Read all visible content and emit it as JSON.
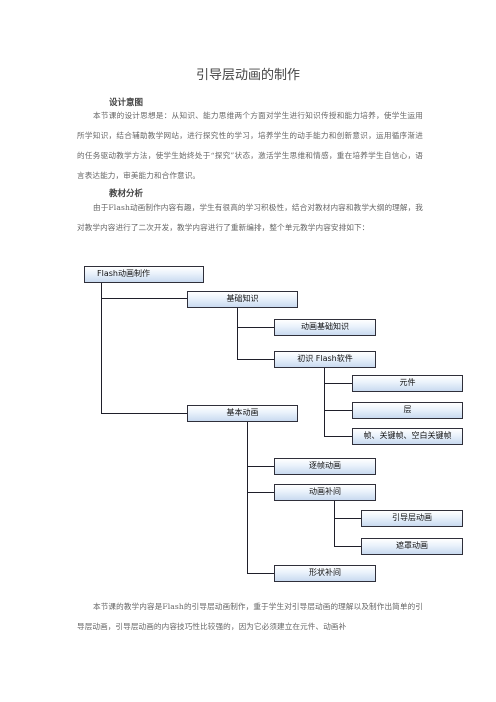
{
  "title": "引导层动画的制作",
  "sections": {
    "design_heading": "设计意图",
    "design_text": "本节课的设计思想是：从知识、能力思维两个方面对学生进行知识传授和能力培养，使学生运用所学知识，结合辅助教学网站，进行探究性的学习，培养学生的动手能力和创新意识，运用循序渐进的任务驱动教学方法，使学生始终处于“探究”状态，激活学生思维和情感，重在培养学生自信心，语言表达能力，审美能力和合作意识。",
    "analysis_heading": "教材分析",
    "analysis_text": "由于Flash动画制作内容有趣，学生有很高的学习积极性，结合对教材内容和教学大纲的理解，我对教学内容进行了二次开发，教学内容进行了重新编排，整个单元教学内容安排如下：",
    "bottom_text": "本节课的教学内容是Flash的引导层动画制作，重于学生对引导层动画的理解以及制作出简单的引导层动画，引导层动画的内容技巧性比较强的，因为它必须建立在元件、动画补"
  },
  "tree": {
    "root": "Flash动画制作",
    "basic_knowledge": "基础知识",
    "animation_basics": "动画基础知识",
    "intro_flash": "初识 Flash软件",
    "symbol": "元件",
    "layer": "层",
    "frames": "帧、关键帧、空白关键帧",
    "basic_animation": "基本动画",
    "frame_by_frame": "逐帧动画",
    "motion_tween": "动画补间",
    "guide_layer": "引导层动画",
    "mask": "遮罩动画",
    "shape_tween": "形状补间"
  }
}
